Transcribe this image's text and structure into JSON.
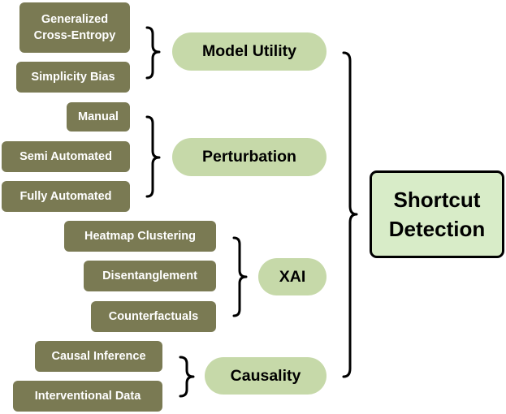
{
  "root": {
    "line1": "Shortcut",
    "line2": "Detection"
  },
  "groups": [
    {
      "category": "Model Utility",
      "methods": [
        "Generalized Cross-Entropy",
        "Simplicity Bias"
      ]
    },
    {
      "category": "Perturbation",
      "methods": [
        "Manual",
        "Semi Automated",
        "Fully Automated"
      ]
    },
    {
      "category": "XAI",
      "methods": [
        "Heatmap Clustering",
        "Disentanglement",
        "Counterfactuals"
      ]
    },
    {
      "category": "Causality",
      "methods": [
        "Causal Inference",
        "Interventional Data"
      ]
    }
  ],
  "colors": {
    "leaf": "#7a7a53",
    "category": "#c6d9a9",
    "root": "#d8ecc8",
    "brace": "#000000"
  }
}
